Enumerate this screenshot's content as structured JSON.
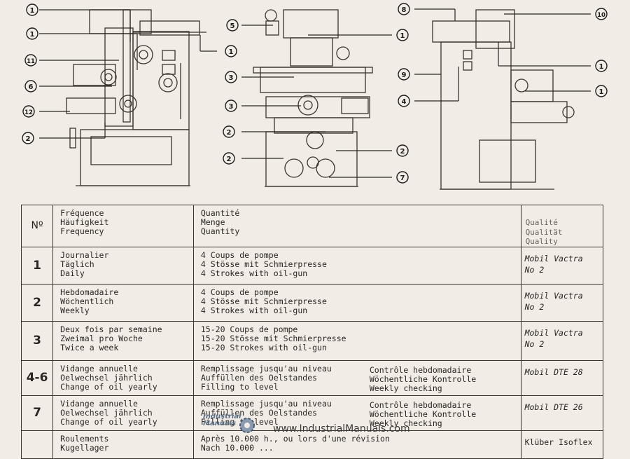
{
  "diagram": {
    "callouts": [
      "1",
      "1",
      "1",
      "11",
      "6",
      "12",
      "2",
      "5",
      "3",
      "3",
      "2",
      "2",
      "1",
      "2",
      "7",
      "8",
      "9",
      "4",
      "10",
      "1",
      "1"
    ]
  },
  "table": {
    "headers": {
      "no": "Nº",
      "frequency": [
        "Fréquence",
        "Häufigkeit",
        "Frequency"
      ],
      "quantity": [
        "Quantité",
        "Menge",
        "Quantity"
      ],
      "quality": [
        "Qualité",
        "Qualität",
        "Quality"
      ]
    },
    "rows": [
      {
        "no": "1",
        "frequency": [
          "Journalier",
          "Täglich",
          "Daily"
        ],
        "quantity": [
          "4 Coups de pompe",
          "4 Stösse mit Schmierpresse",
          "4 Strokes with oil-gun"
        ],
        "quantity2": [],
        "quality": [
          "Mobil Vactra",
          "No 2"
        ]
      },
      {
        "no": "2",
        "frequency": [
          "Hebdomadaire",
          "Wöchentlich",
          "Weekly"
        ],
        "quantity": [
          "4 Coups de pompe",
          "4 Stösse mit Schmierpresse",
          "4 Strokes with oil-gun"
        ],
        "quantity2": [],
        "quality": [
          "Mobil Vactra",
          "No 2"
        ]
      },
      {
        "no": "3",
        "frequency": [
          "Deux fois par semaine",
          "Zweimal pro Woche",
          "Twice a week"
        ],
        "quantity": [
          "15-20 Coups de pompe",
          "15-20 Stösse mit Schmierpresse",
          "15-20 Strokes with oil-gun"
        ],
        "quantity2": [],
        "quality": [
          "Mobil Vactra",
          "No 2"
        ]
      },
      {
        "no": "4-6",
        "frequency": [
          "Vidange annuelle",
          "Oelwechsel jährlich",
          "Change of oil yearly"
        ],
        "quantity": [
          "Remplissage jusqu'au niveau",
          "Auffüllen des Oelstandes",
          "Filling to level"
        ],
        "quantity2": [
          "Contrôle hebdomadaire",
          "Wöchentliche Kontrolle",
          "Weekly checking"
        ],
        "quality": [
          "Mobil DTE 28"
        ]
      },
      {
        "no": "7",
        "frequency": [
          "Vidange annuelle",
          "Oelwechsel jährlich",
          "Change of oil yearly"
        ],
        "quantity": [
          "Remplissage jusqu'au niveau",
          "Auffüllen des Oelstandes",
          "Filling to level"
        ],
        "quantity2": [
          "Contrôle hebdomadaire",
          "Wöchentliche Kontrolle",
          "Weekly checking"
        ],
        "quality": [
          "Mobil DTE 26"
        ]
      },
      {
        "no": "",
        "frequency": [
          "Roulements",
          "Kugellager"
        ],
        "quantity": [
          "Après 10.000 h., ou lors d'une révision",
          "Nach 10.000 ..."
        ],
        "quantity2": [],
        "quality": [
          "Klüber Isoflex"
        ]
      }
    ]
  },
  "watermark": {
    "logo_line1": "Industrial",
    "logo_line2": "Manuals",
    "url": "www.IndustrialManuals.com"
  }
}
